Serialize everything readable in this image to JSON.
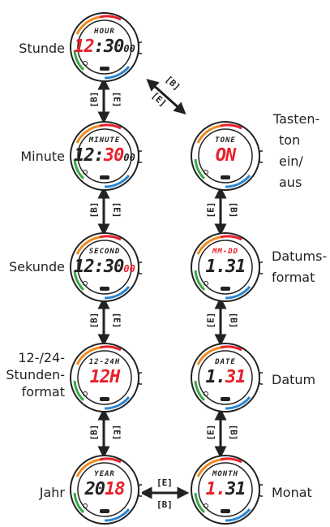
{
  "labels": {
    "stunde": "Stunde",
    "minute": "Minute",
    "sekunde": "Sekunde",
    "format_1": "12-/24-",
    "format_2": "Stunden-",
    "format_3": "format",
    "jahr": "Jahr",
    "tastenton_1": "Tasten-",
    "tastenton_2": "ton",
    "tastenton_3": "ein/",
    "tastenton_4": "aus",
    "datumsformat_1": "Datums-",
    "datumsformat_2": "format",
    "datum": "Datum",
    "monat": "Monat"
  },
  "keys": {
    "b": "[B]",
    "e": "[E]"
  },
  "watches": {
    "stunde": {
      "top": "HOUR",
      "main_a": "12",
      "main_b": ":30",
      "main_c": "00"
    },
    "minute": {
      "top": "MINUTE",
      "main_a": "12:",
      "main_b": "30",
      "main_c": "00"
    },
    "sekunde": {
      "top": "SECOND",
      "main_a": "12:30",
      "main_b": "00"
    },
    "format": {
      "top": "12-24H",
      "main_a": "12H"
    },
    "jahr": {
      "top": "YEAR",
      "main_a": "20",
      "main_b": "18"
    },
    "tastenton": {
      "top": "TONE",
      "main_a": "ON"
    },
    "datumsformat": {
      "top": "MM-DD",
      "main_a": "1.31"
    },
    "datum": {
      "top": "DATE",
      "main_a": "1.",
      "main_b": "31"
    },
    "monat": {
      "top": "MONTH",
      "main_a": "1.",
      "main_b": "31"
    }
  },
  "colors": {
    "accent_red": "#e8202a",
    "ring_green": "#3aa845",
    "ring_blue": "#2a86d1",
    "ring_orange": "#f08a1c"
  }
}
